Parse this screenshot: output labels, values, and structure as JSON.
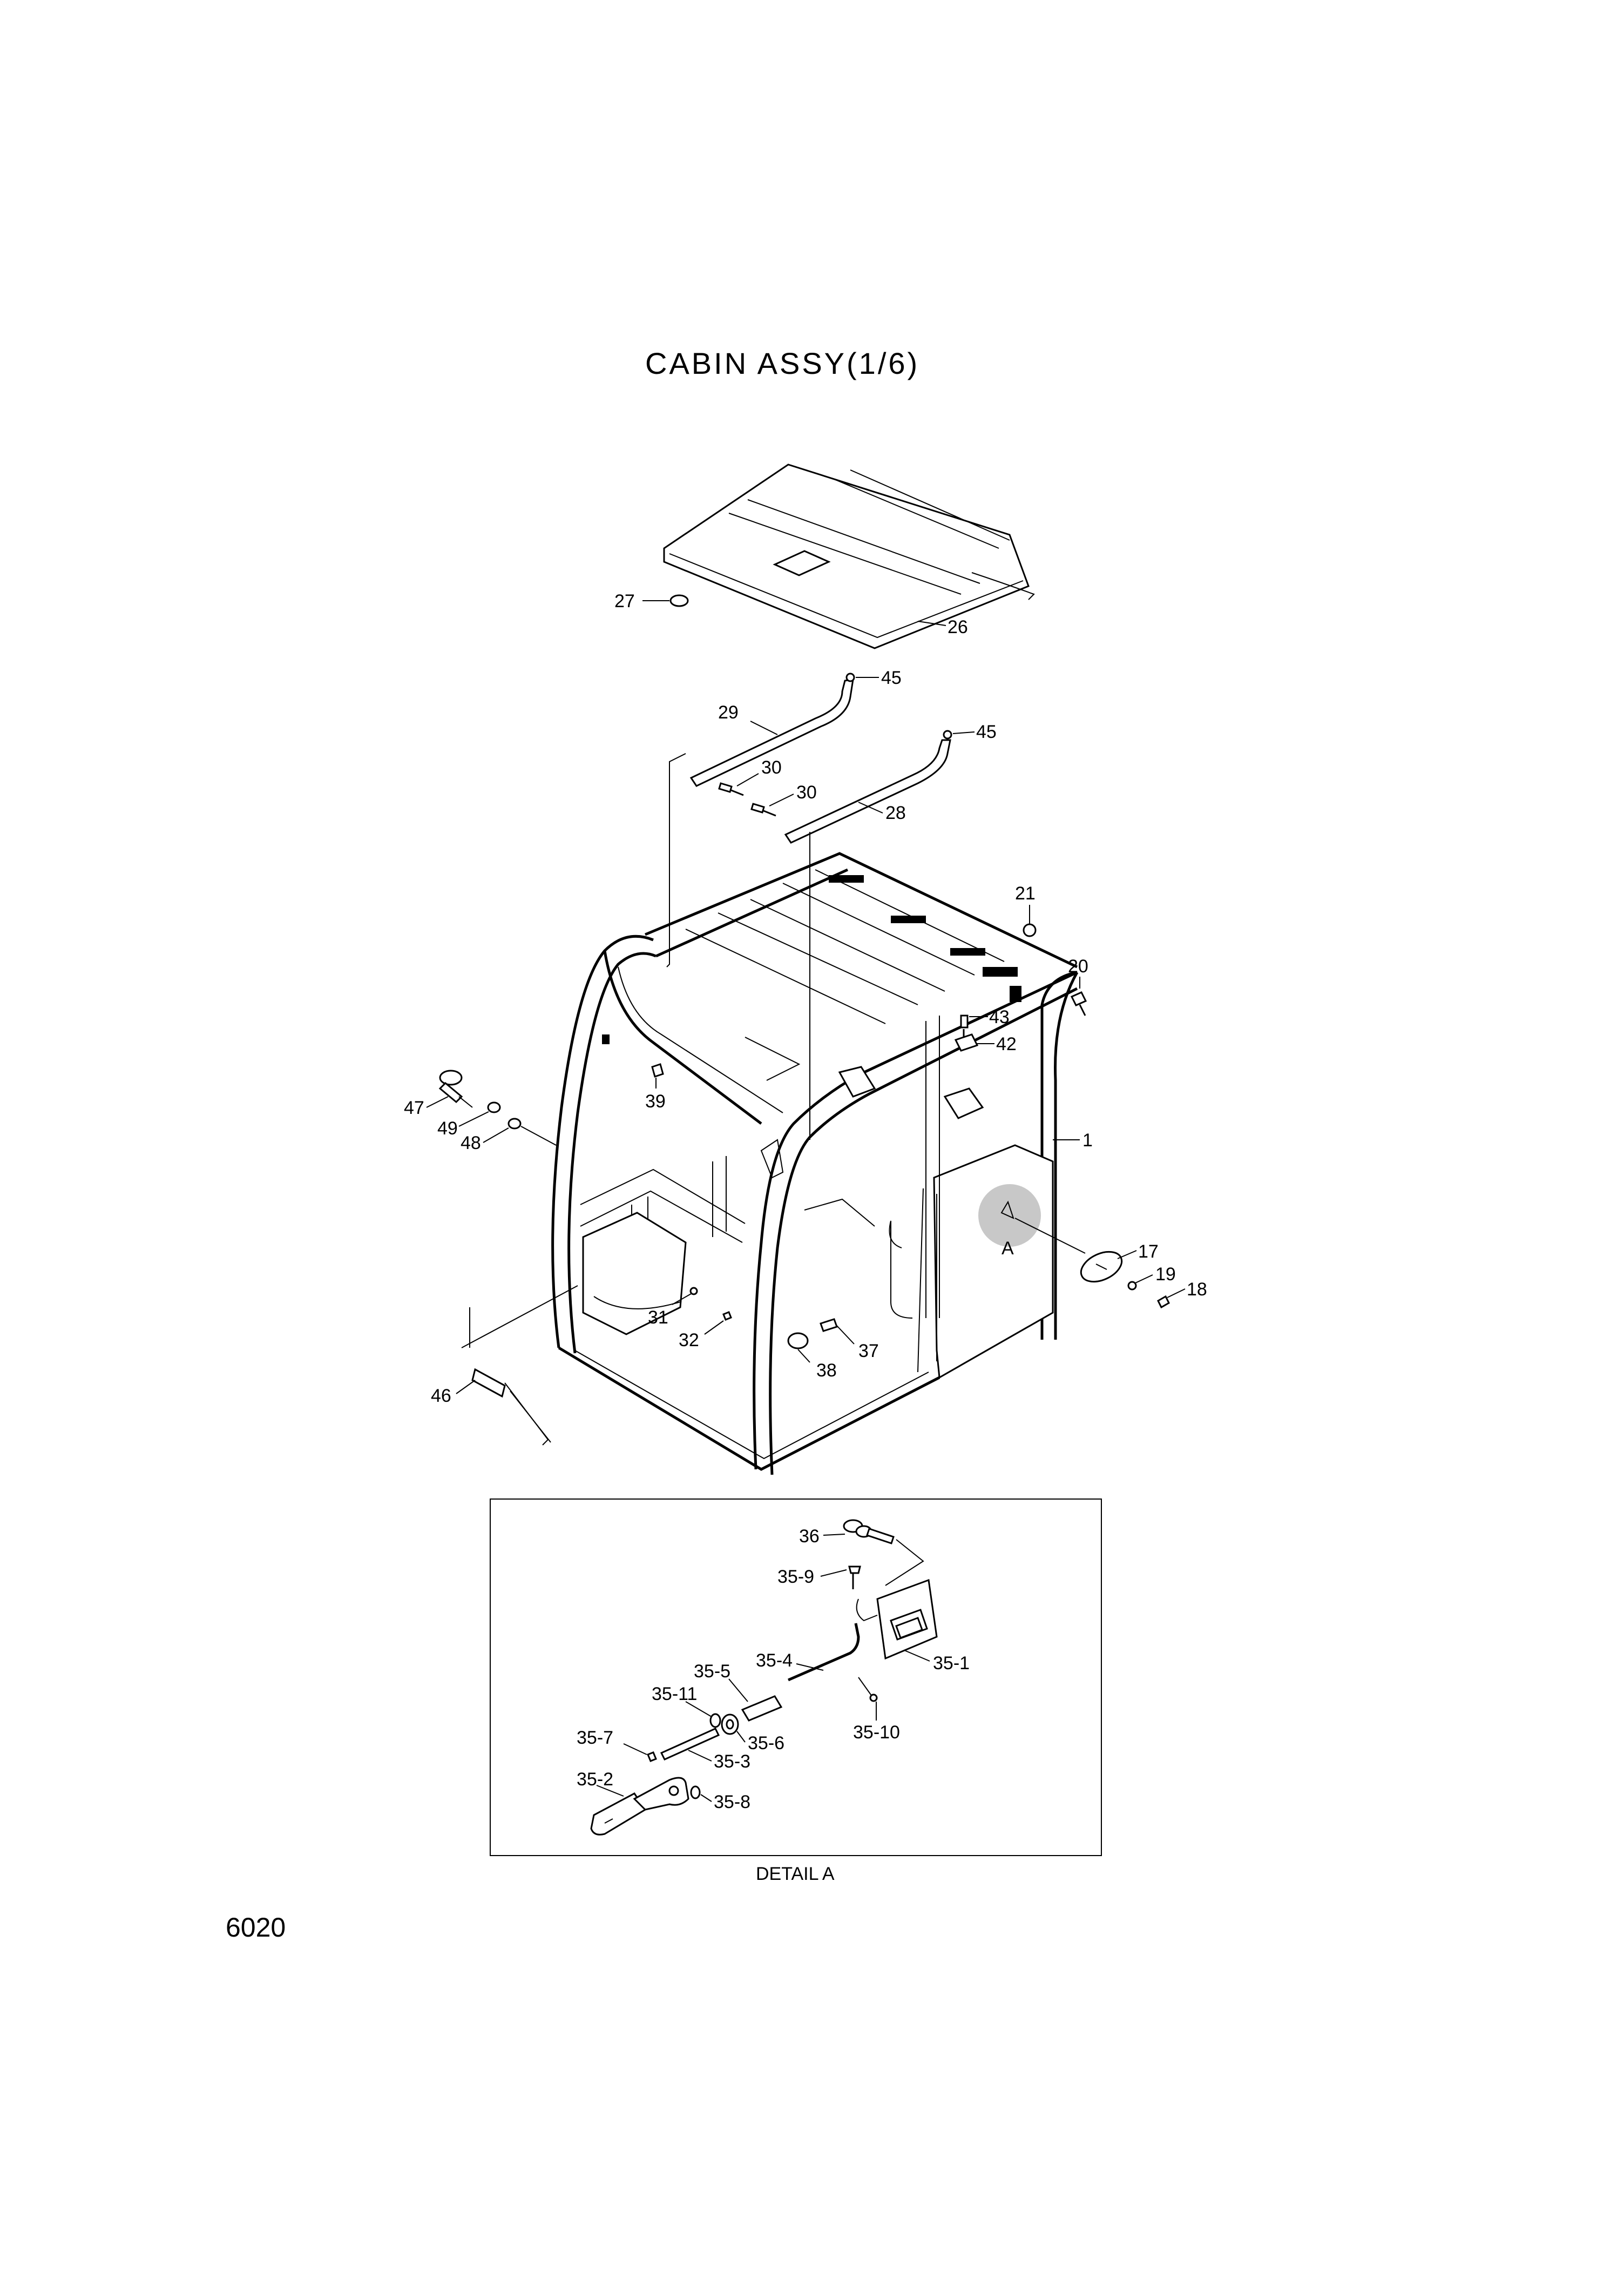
{
  "title": "CABIN ASSY(1/6)",
  "page_number": "6020",
  "detail_caption": "DETAIL A",
  "detail_marker": "A",
  "callouts": {
    "c1": "1",
    "c17": "17",
    "c18": "18",
    "c19": "19",
    "c20": "20",
    "c21": "21",
    "c26": "26",
    "c27": "27",
    "c28": "28",
    "c29": "29",
    "c30a": "30",
    "c30b": "30",
    "c31": "31",
    "c32": "32",
    "c37": "37",
    "c38": "38",
    "c39": "39",
    "c42": "42",
    "c43": "43",
    "c45a": "45",
    "c45b": "45",
    "c46": "46",
    "c47": "47",
    "c48": "48",
    "c49": "49",
    "c36": "36",
    "c35_1": "35-1",
    "c35_2": "35-2",
    "c35_3": "35-3",
    "c35_4": "35-4",
    "c35_5": "35-5",
    "c35_6": "35-6",
    "c35_7": "35-7",
    "c35_8": "35-8",
    "c35_9": "35-9",
    "c35_10": "35-10",
    "c35_11": "35-11"
  }
}
